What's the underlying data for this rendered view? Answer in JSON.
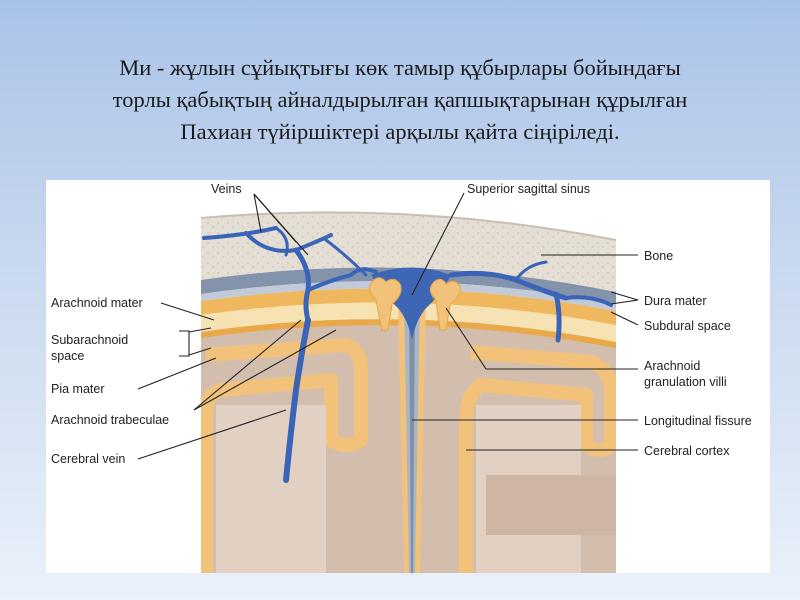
{
  "title": {
    "line1": "Ми - жұлын сұйықтығы көк тамыр құбырлары бойындағы",
    "line2": "торлы қабықтың айналдырылған қапшықтарынан құрылған",
    "line3": "Пахиан түйіршіктері арқылы қайта сіңіріледі."
  },
  "labels": {
    "veins": "Veins",
    "superior_sagittal_sinus": "Superior sagittal sinus",
    "bone": "Bone",
    "arachnoid_mater": "Arachnoid mater",
    "dura_mater": "Dura mater",
    "subarachnoid_space_1": "Subarachnoid",
    "subarachnoid_space_2": "space",
    "subdural_space": "Subdural space",
    "pia_mater": "Pia mater",
    "arachnoid_granulation_1": "Arachnoid",
    "arachnoid_granulation_2": "granulation villi",
    "arachnoid_trabeculae": "Arachnoid trabeculae",
    "longitudinal_fissure": "Longitudinal fissure",
    "cerebral_vein": "Cerebral vein",
    "cerebral_cortex": "Cerebral cortex"
  },
  "colors": {
    "bone": "#e3ddd3",
    "dura": "#7f8ea6",
    "subdural": "#bfc8d6",
    "arachnoid": "#f0c070",
    "cortex": "#d4bfae",
    "vein": "#3a64b8",
    "sinus": "#3f66b5",
    "leader": "#222222"
  }
}
